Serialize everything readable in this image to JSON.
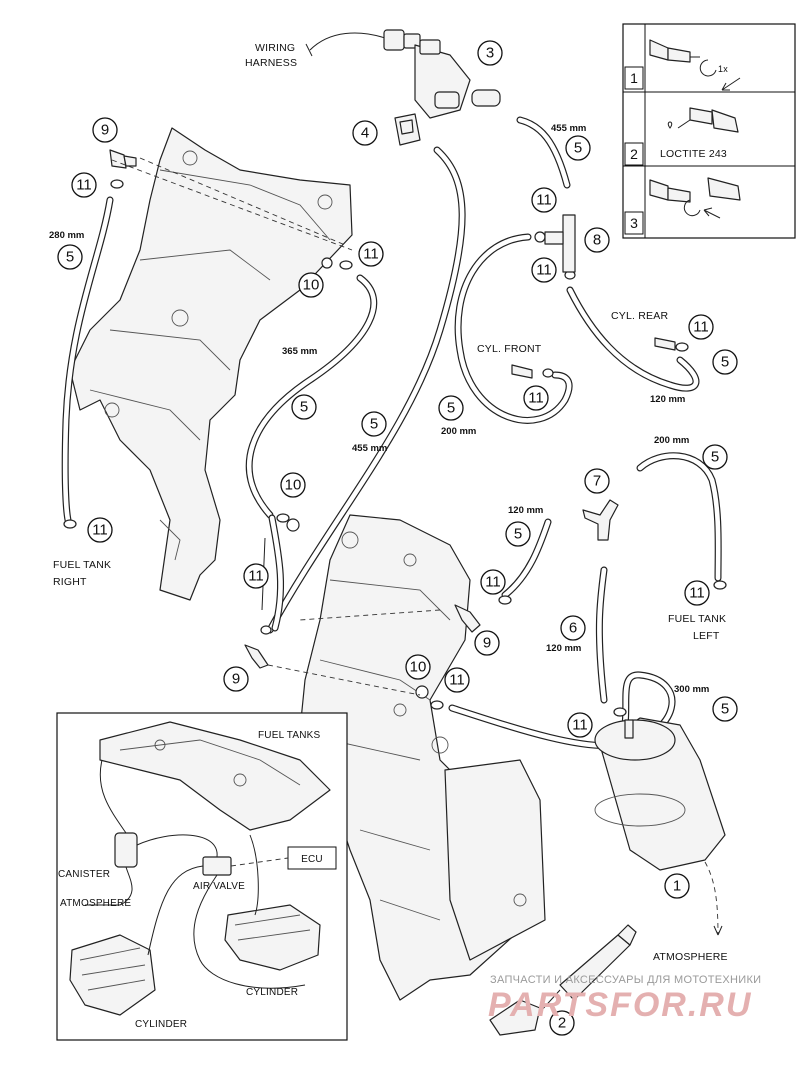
{
  "labels": {
    "wiring_harness_1": "WIRING",
    "wiring_harness_2": "HARNESS",
    "fuel_tank_right_1": "FUEL TANK",
    "fuel_tank_right_2": "RIGHT",
    "fuel_tank_left_1": "FUEL TANK",
    "fuel_tank_left_2": "LEFT",
    "cyl_front": "CYL. FRONT",
    "cyl_rear": "CYL. REAR",
    "atmosphere": "ATMOSPHERE",
    "loctite": "LOCTITE 243",
    "one_x": "1x"
  },
  "measurements": {
    "m455_top": "455 mm",
    "m280": "280 mm",
    "m365": "365 mm",
    "m455_mid": "455 mm",
    "m200_front": "200 mm",
    "m120_rear": "120 mm",
    "m200_left": "200 mm",
    "m120_mid": "120 mm",
    "m120_6": "120 mm",
    "m300": "300 mm"
  },
  "callouts": {
    "c1": "1",
    "c2": "2",
    "c3": "3",
    "c4": "4",
    "c5a": "5",
    "c5b": "5",
    "c5c": "5",
    "c5d": "5",
    "c5e": "5",
    "c5f": "5",
    "c5g": "5",
    "c5h": "5",
    "c5i": "5",
    "c6": "6",
    "c7": "7",
    "c8": "8",
    "c9a": "9",
    "c9b": "9",
    "c9c": "9",
    "c10a": "10",
    "c10b": "10",
    "c10c": "10",
    "c11a": "11",
    "c11b": "11",
    "c11c": "11",
    "c11d": "11",
    "c11e": "11",
    "c11f": "11",
    "c11g": "11",
    "c11h": "11",
    "c11i": "11",
    "c11j": "11",
    "c11k": "11",
    "c11l": "11"
  },
  "steps_box": {
    "s1": "1",
    "s2": "2",
    "s3": "3"
  },
  "schematic": {
    "fuel_tanks": "FUEL TANKS",
    "ecu": "ECU",
    "canister": "CANISTER",
    "atmosphere": "ATMOSPHERE",
    "air_valve": "AIR VALVE",
    "cylinder_upper": "CYLINDER",
    "cylinder_lower": "CYLINDER"
  },
  "watermark": {
    "top_text": "ЗАПЧАСТИ И АКСЕССУАРЫ ДЛЯ МОТОТЕХНИКИ",
    "logo_text": "PARTSFOR.RU"
  },
  "colors": {
    "line": "#222222",
    "background": "#ffffff",
    "watermark_logo": "#e4b0b0"
  }
}
